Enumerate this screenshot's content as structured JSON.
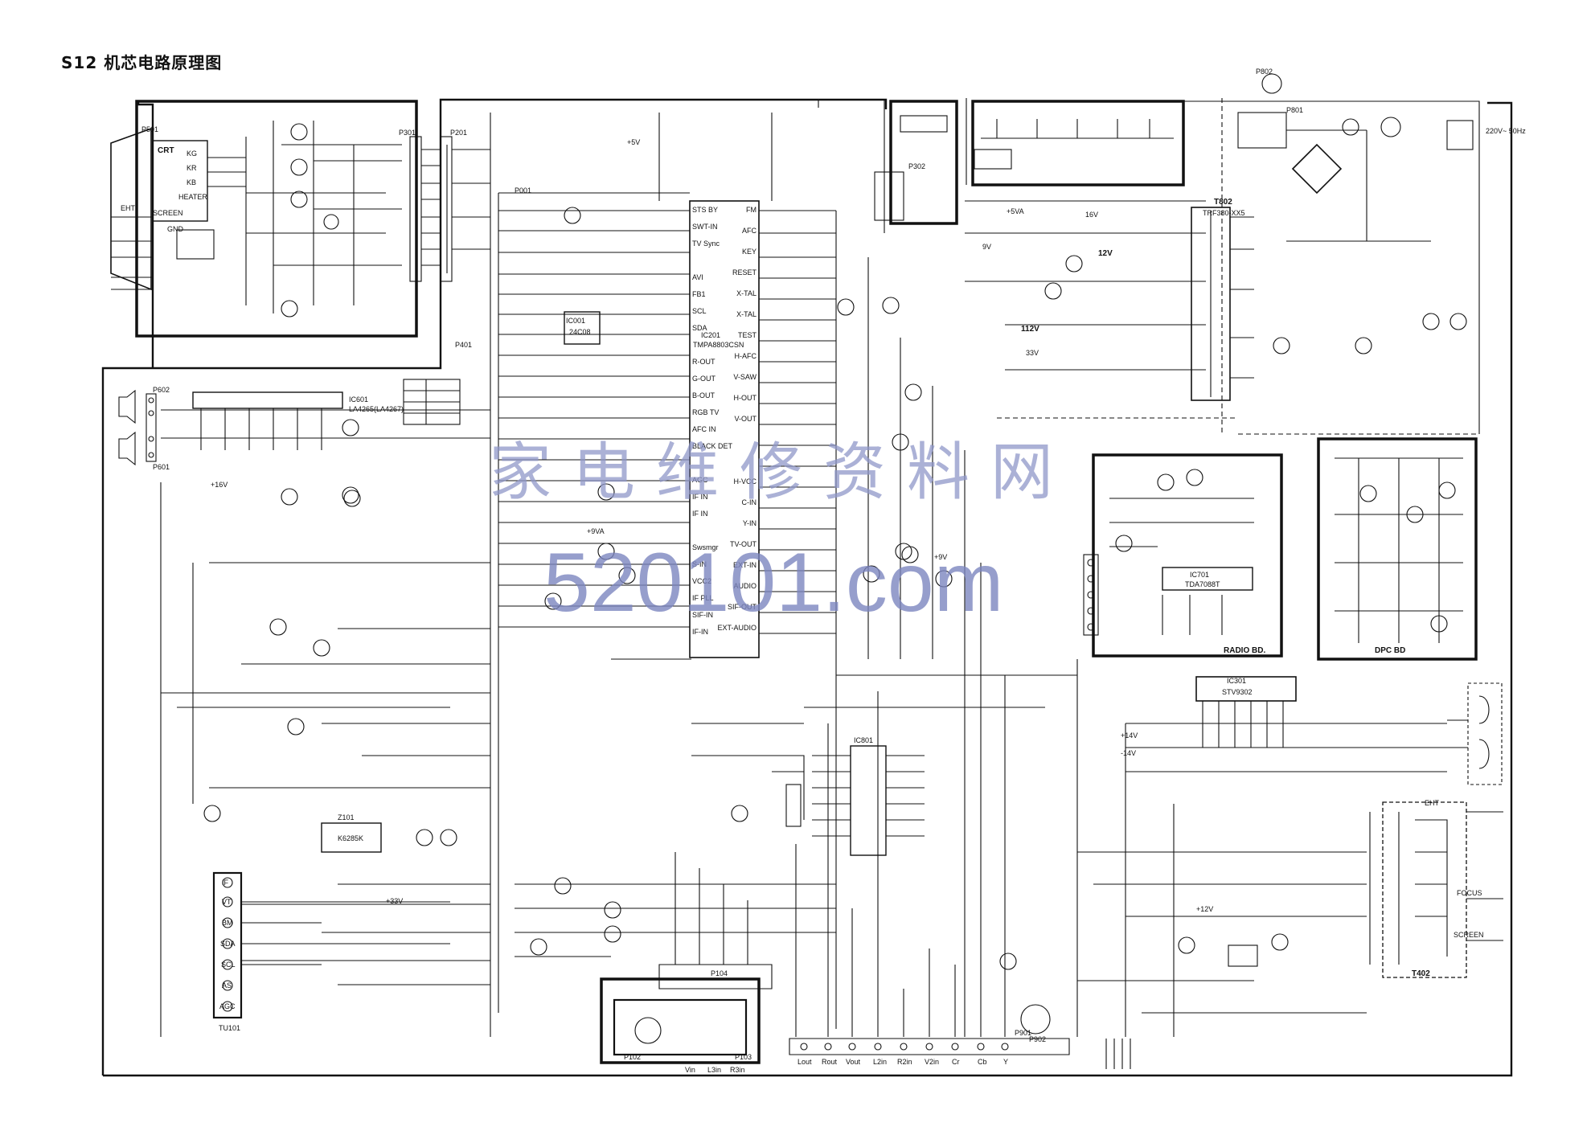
{
  "title": "S12 机芯电路原理图",
  "watermark": {
    "chinese": "家电维修资料网",
    "url": "520101.com"
  },
  "board_labels": {
    "radio": "RADIO BD.",
    "dpc": "DPC BD",
    "tuner": "TU101"
  },
  "ic_labels": {
    "ic201": "IC201",
    "ic201_part": "TMPA8803CSN",
    "ic601": "IC601",
    "ic601_part": "LA4265(LA4267)",
    "ic001": "IC001",
    "ic001_part": "24C08",
    "ic301": "IC301",
    "ic301_part": "STV9302",
    "ic701": "IC701",
    "ic701_part": "TDA7088T",
    "ic801": "IC801",
    "z101": "Z101",
    "z101_part": "K6285K",
    "t402": "T402",
    "t802": "T802",
    "t802_part": "TRF380-XX5"
  },
  "connectors": {
    "p501": "P501",
    "crt": "CRT",
    "p301": "P301",
    "p201": "P201",
    "p001": "P001",
    "p401": "P401",
    "p602": "P602",
    "p601": "P601",
    "p902": "P902",
    "p901": "P901",
    "p104": "P104",
    "p102": "P102",
    "p103": "P103",
    "p802": "P802",
    "p801": "P801",
    "p302": "P302"
  },
  "crt_pins": [
    "KG",
    "KR",
    "KB",
    "HEATER",
    "SCREEN",
    "GND",
    "EHT"
  ],
  "tuner_pins": [
    "IF",
    "VT",
    "BM",
    "SDA",
    "SCL",
    "AS",
    "AGC"
  ],
  "av_labels": [
    "Lout",
    "Rout",
    "Vout",
    "L2in",
    "R2in",
    "V2in",
    "Cr",
    "Cb",
    "Y"
  ],
  "av_labels_2": [
    "Vin",
    "L3in",
    "R3in"
  ],
  "voltages": {
    "mains": "220V~ 50Hz",
    "v112": "112V",
    "v33": "33V",
    "v16": "16V",
    "v9": "9V",
    "v12": "12V",
    "plus9": "+9V",
    "plus5": "+5V",
    "plus16": "+16V",
    "plus33": "+33V",
    "plus14": "+14V",
    "minus14": "-14V",
    "plus12": "+12V",
    "eht": "EHT",
    "focus": "FOCUS",
    "screen": "SCREEN",
    "plus5va": "+5VA",
    "plus9va": "+9VA"
  },
  "ic201_left_pins": [
    "STS BY",
    "SWT-IN",
    "TV Sync",
    "",
    "AVI",
    "FB1",
    "SCL",
    "SDA",
    "",
    "R-OUT",
    "G-OUT",
    "B-OUT",
    "RGB TV",
    "AFC IN",
    "BLACK DET",
    "",
    "AGC",
    "IF IN",
    "IF IN",
    "",
    "Swsmgr",
    "S-IN",
    "VCC2",
    "IF PLL",
    "SIF-IN",
    "IF-IN"
  ],
  "ic201_right_pins": [
    "FM",
    "AFC",
    "KEY",
    "RESET",
    "X-TAL",
    "X-TAL",
    "TEST",
    "H-AFC",
    "V-SAW",
    "H-OUT",
    "V-OUT",
    "",
    "",
    "H-VCC",
    "C-IN",
    "Y-IN",
    "TV-OUT",
    "EXT-IN",
    "AUDIO",
    "SIF-OUT",
    "EXT-AUDIO"
  ],
  "colors": {
    "ink": "#111111",
    "watermark": "#8f97c9"
  }
}
